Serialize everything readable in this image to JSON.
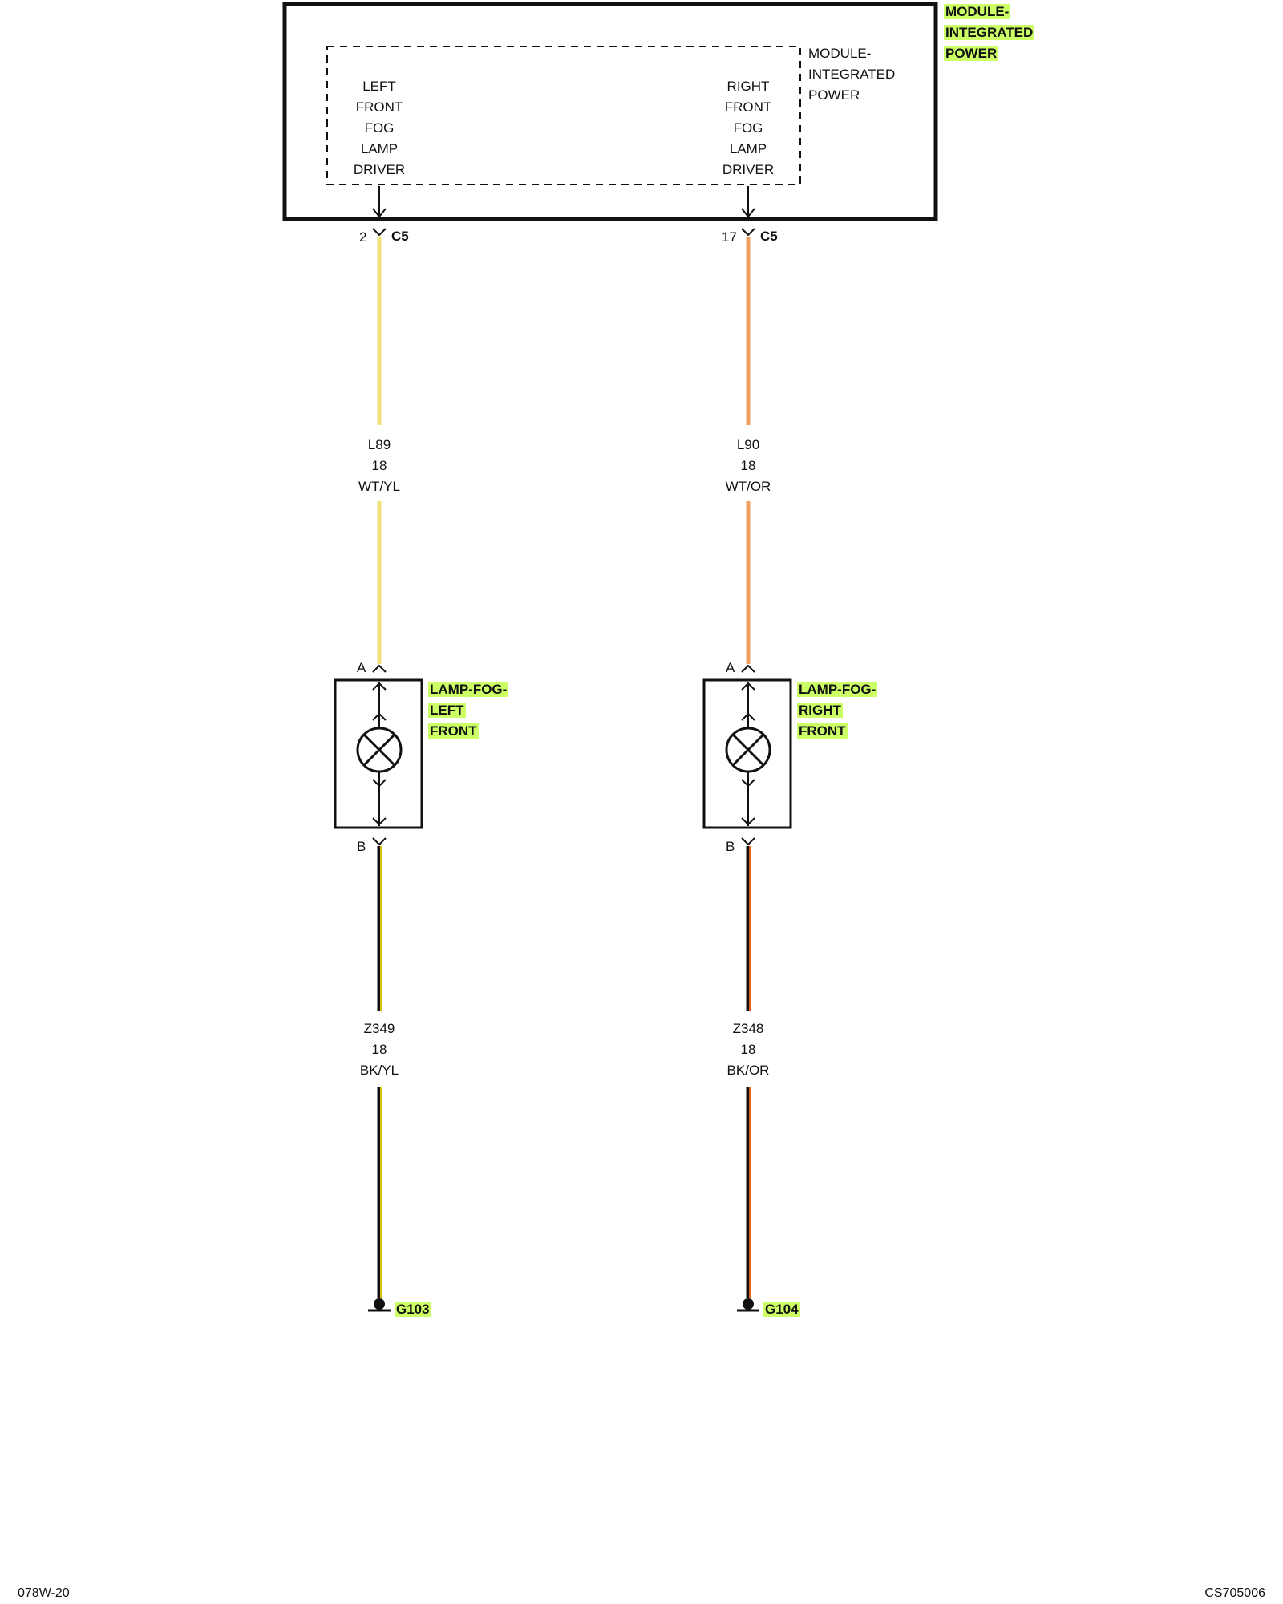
{
  "colors": {
    "highlight": "#ccff66",
    "wire_yellow": "#f2e07a",
    "wire_orange": "#f0a060",
    "wire_black_yellow": "#d9c200",
    "wire_black_orange": "#e0601a"
  },
  "module": {
    "title_lines": [
      "MODULE-",
      "INTEGRATED",
      "POWER"
    ],
    "inner_title_lines": [
      "MODULE-",
      "INTEGRATED",
      "POWER"
    ],
    "left_driver_lines": [
      "LEFT",
      "FRONT",
      "FOG",
      "LAMP",
      "DRIVER"
    ],
    "right_driver_lines": [
      "RIGHT",
      "FRONT",
      "FOG",
      "LAMP",
      "DRIVER"
    ]
  },
  "left_circuit": {
    "pin": "2",
    "connector": "C5",
    "upper_wire": {
      "circuit": "L89",
      "gauge": "18",
      "color": "WT/YL"
    },
    "lamp": {
      "pin_top": "A",
      "pin_bottom": "B",
      "name_lines": [
        "LAMP-FOG-",
        "LEFT",
        "FRONT"
      ]
    },
    "lower_wire": {
      "circuit": "Z349",
      "gauge": "18",
      "color": "BK/YL"
    },
    "ground": "G103"
  },
  "right_circuit": {
    "pin": "17",
    "connector": "C5",
    "upper_wire": {
      "circuit": "L90",
      "gauge": "18",
      "color": "WT/OR"
    },
    "lamp": {
      "pin_top": "A",
      "pin_bottom": "B",
      "name_lines": [
        "LAMP-FOG-",
        "RIGHT",
        "FRONT"
      ]
    },
    "lower_wire": {
      "circuit": "Z348",
      "gauge": "18",
      "color": "BK/OR"
    },
    "ground": "G104"
  },
  "footer": {
    "left_code": "078W-20",
    "right_code": "CS705006"
  }
}
